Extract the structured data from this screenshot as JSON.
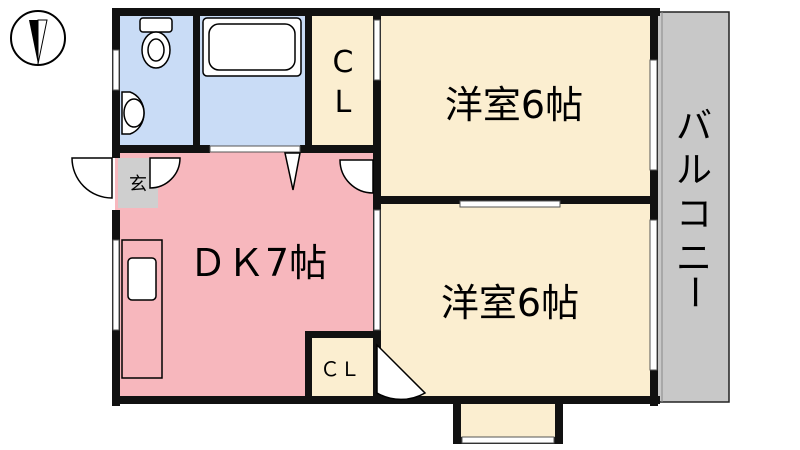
{
  "labels": {
    "western_room_1": "洋室6帖",
    "western_room_2": "洋室6帖",
    "dk": "ＤＫ7帖",
    "closet_1": "C\nL",
    "closet_1_top": "C",
    "closet_1_bottom": "L",
    "closet_2": "ＣＬ",
    "entrance": "玄",
    "balcony": "バルコニー",
    "balcony_chars": [
      "バ",
      "ル",
      "コ",
      "ニ",
      "ー"
    ]
  },
  "colors": {
    "wall": "#111111",
    "wet_area": "#c9dcf6",
    "dk_floor": "#f7b7bd",
    "room_floor": "#fbeed0",
    "entrance_floor": "#cfcfcf",
    "balcony": "#c8c8c8",
    "background": "#ffffff"
  },
  "icons": [
    "compass-icon",
    "toilet-icon",
    "bathtub-icon",
    "washbasin-icon",
    "kitchen-sink-icon",
    "door-swing-icon"
  ]
}
